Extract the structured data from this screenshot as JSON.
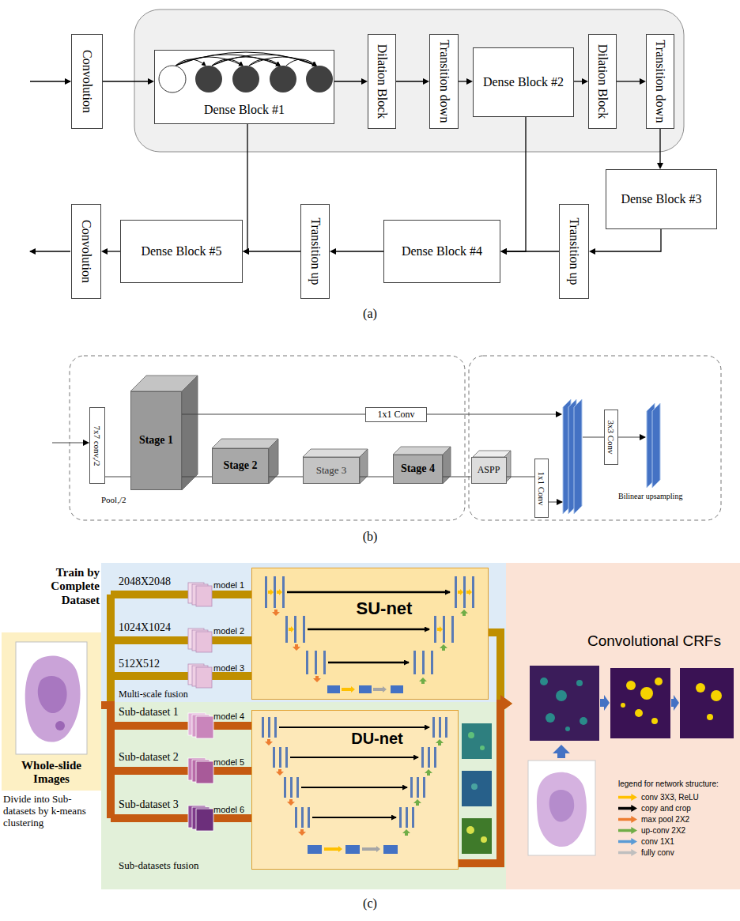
{
  "diagram": {
    "nodes": [
      {
        "text": [
          "Convolution"
        ]
      },
      {
        "text": [
          "Dense Block #1"
        ]
      },
      {
        "text": [
          "Dilation Block"
        ]
      },
      {
        "text": [
          "Transition down"
        ]
      },
      {
        "text": [
          "Dense Block #2"
        ]
      },
      {
        "text": [
          "Dilation Block"
        ]
      },
      {
        "text": [
          "Transition down"
        ]
      },
      {
        "text": [
          "Dense Block #3"
        ]
      },
      {
        "text": [
          "Transition up"
        ]
      },
      {
        "text": [
          "Dense Block #4"
        ]
      },
      {
        "text": [
          "Transition up"
        ]
      },
      {
        "text": [
          "Dense Block #5"
        ]
      },
      {
        "text": [
          "Convolution"
        ]
      },
      {
        "text": [
          "7x7 conv,/2"
        ]
      },
      {
        "text": [
          "Stage 1"
        ]
      },
      {
        "text": [
          "1x1 Conv"
        ]
      },
      {
        "text": [
          "Stage 2"
        ]
      },
      {
        "text": [
          "Stage 3"
        ]
      },
      {
        "text": [
          "Stage 4"
        ]
      },
      {
        "text": [
          "ASPP"
        ]
      },
      {
        "text": [
          "1x1 Conv"
        ]
      },
      {
        "text": [
          "3x3 Conv"
        ]
      },
      {
        "text": [
          "Whole-slide Images"
        ]
      },
      {
        "text": [
          "SU-net"
        ]
      },
      {
        "text": [
          "DU-net"
        ]
      },
      {
        "text": [
          "Convolutional CRFs"
        ]
      }
    ],
    "edges": [
      {
        "from": 0,
        "to": 1,
        "arrow": "to"
      },
      {
        "from": 1,
        "to": 2,
        "arrow": "to"
      },
      {
        "from": 2,
        "to": 3,
        "arrow": "to"
      },
      {
        "from": 3,
        "to": 4,
        "arrow": "to"
      },
      {
        "from": 4,
        "to": 5,
        "arrow": "to"
      },
      {
        "from": 5,
        "to": 6,
        "arrow": "to"
      },
      {
        "from": 6,
        "to": 7,
        "arrow": "to"
      },
      {
        "from": 7,
        "to": 8,
        "arrow": "to"
      },
      {
        "from": 8,
        "to": 9,
        "arrow": "to"
      },
      {
        "from": 9,
        "to": 10,
        "arrow": "to"
      },
      {
        "from": 10,
        "to": 11,
        "arrow": "to"
      },
      {
        "from": 11,
        "to": 12,
        "arrow": "to"
      },
      {
        "from": 4,
        "to": 9,
        "arrow": "to"
      },
      {
        "from": 1,
        "to": 11,
        "arrow": "to"
      },
      {
        "from": 13,
        "to": 14,
        "arrow": "none"
      },
      {
        "from": 14,
        "to": 16,
        "arrow": "none"
      },
      {
        "from": 16,
        "to": 17,
        "arrow": "none"
      },
      {
        "from": 17,
        "to": 18,
        "arrow": "none"
      },
      {
        "from": 18,
        "to": 19,
        "arrow": "none"
      },
      {
        "from": 19,
        "to": 20,
        "arrow": "none"
      },
      {
        "from": 14,
        "to": 15,
        "arrow": "none"
      },
      {
        "from": 22,
        "to": 23,
        "arrow": "none"
      },
      {
        "from": 22,
        "to": 24,
        "arrow": "none"
      },
      {
        "from": 23,
        "to": 25,
        "arrow": "to"
      },
      {
        "from": 24,
        "to": 25,
        "arrow": "to"
      }
    ],
    "labels": [
      "(a)",
      "Pool,/2",
      "Bilinear upsampling",
      "(b)",
      "Train by Complete Dataset",
      "2048X2048",
      "model 1",
      "1024X1024",
      "model 2",
      "512X512",
      "model 3",
      "Multi-scale fusion",
      "Divide into Sub-datasets by k-means clustering",
      "Sub-dataset 1",
      "model 4",
      "Sub-dataset 2",
      "model 5",
      "Sub-dataset 3",
      "model 6",
      "Sub-datasets fusion",
      "legend for network structure:",
      "(c)"
    ],
    "legend": [
      {
        "text": "conv 3X3, ReLU",
        "color": "#ffc000"
      },
      {
        "text": "copy and crop",
        "color": "#000000"
      },
      {
        "text": "max pool 2X2",
        "color": "#ed7d31"
      },
      {
        "text": "up-conv 2X2",
        "color": "#70ad47"
      },
      {
        "text": "conv 1X1",
        "color": "#5b9bd5"
      },
      {
        "text": "fully conv",
        "color": "#bfbfbf"
      }
    ]
  }
}
